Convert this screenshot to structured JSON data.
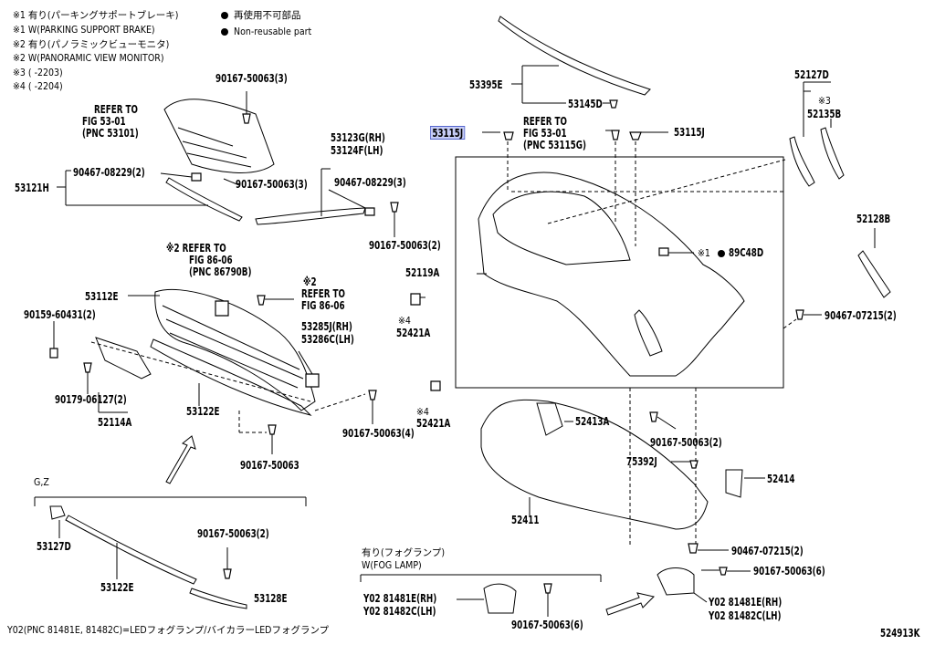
{
  "legend": {
    "lines": [
      "※1 有り(パーキングサポートブレーキ)",
      "※1 W(PARKING SUPPORT BRAKE)",
      "※2 有り(パノラミックビューモニタ)",
      "※2 W(PANORAMIC VIEW MONITOR)",
      "※3 (      -2203)",
      "※4 (      -2204)"
    ],
    "dot_ja": "再使用不可部品",
    "dot_en": "Non-reusable part"
  },
  "parts": {
    "p53395E": "53395E",
    "p53145D": "53145D",
    "p53115J_hl": "53115J",
    "p53115J": "53115J",
    "p52127D": "52127D",
    "p52135B": "52135B",
    "note3": "※3",
    "p52128B": "52128B",
    "p89C48D": "89C48D",
    "note1": "※1",
    "p52119A": "52119A",
    "p90467_07215_a": "90467-07215(2)",
    "p90467_07215_b": "90467-07215(2)",
    "p52421A_a": "52421A",
    "p52421A_b": "52421A",
    "note4a": "※4",
    "note4b": "※4",
    "p52413A": "52413A",
    "p90167_50063_2c": "90167-50063(2)",
    "p75392J": "75392J",
    "p52414": "52414",
    "p52411": "52411",
    "p90167_50063_3a": "90167-50063(3)",
    "p53121H": "53121H",
    "p90467_08229_a": "90467-08229(2)",
    "p90167_50063_3b": "90167-50063(3)",
    "p53123G": "53123G(RH)",
    "p53124F": "53124F(LH)",
    "p90467_08229_b": "90467-08229(3)",
    "p90167_50063_2a": "90167-50063(2)",
    "p53112E": "53112E",
    "p90159_60431": "90159-60431(2)",
    "p90179_06127": "90179-06127(2)",
    "p52114A": "52114A",
    "p53122E_a": "53122E",
    "p53285J": "53285J(RH)",
    "p53286C": "53286C(LH)",
    "p90167_50063_4": "90167-50063(4)",
    "p90167_50063": "90167-50063",
    "p53127D": "53127D",
    "p53122E_b": "53122E",
    "p53128E": "53128E",
    "p90167_50063_2b": "90167-50063(2)",
    "p81481E_a": "Y02 81481E(RH)",
    "p81482C_a": "Y02 81482C(LH)",
    "p90167_50063_6a": "90167-50063(6)",
    "p81481E_b": "Y02 81481E(RH)",
    "p81482C_b": "Y02 81482C(LH)",
    "p90167_50063_6b": "90167-50063(6)"
  },
  "refs": {
    "ref1_a": "REFER TO",
    "ref1_b": "FIG 53-01",
    "ref1_c": "(PNC 53101)",
    "ref2_a": "REFER TO",
    "ref2_b": "FIG 53-01",
    "ref2_c": "(PNC 53115G)",
    "ref3_a": "※2 REFER TO",
    "ref3_b": "FIG 86-06",
    "ref3_c": "(PNC 86790B)",
    "ref4_a": "※2",
    "ref4_b": "REFER TO",
    "ref4_c": "FIG 86-06"
  },
  "gz": "G,Z",
  "fog": {
    "ja": "有り(フォグランプ)",
    "en": "W(FOG LAMP)"
  },
  "footer": "Y02(PNC 81481E, 81482C)=LEDフォグランプ/バイカラーLEDフォグランプ",
  "diagram_id": "524913K"
}
